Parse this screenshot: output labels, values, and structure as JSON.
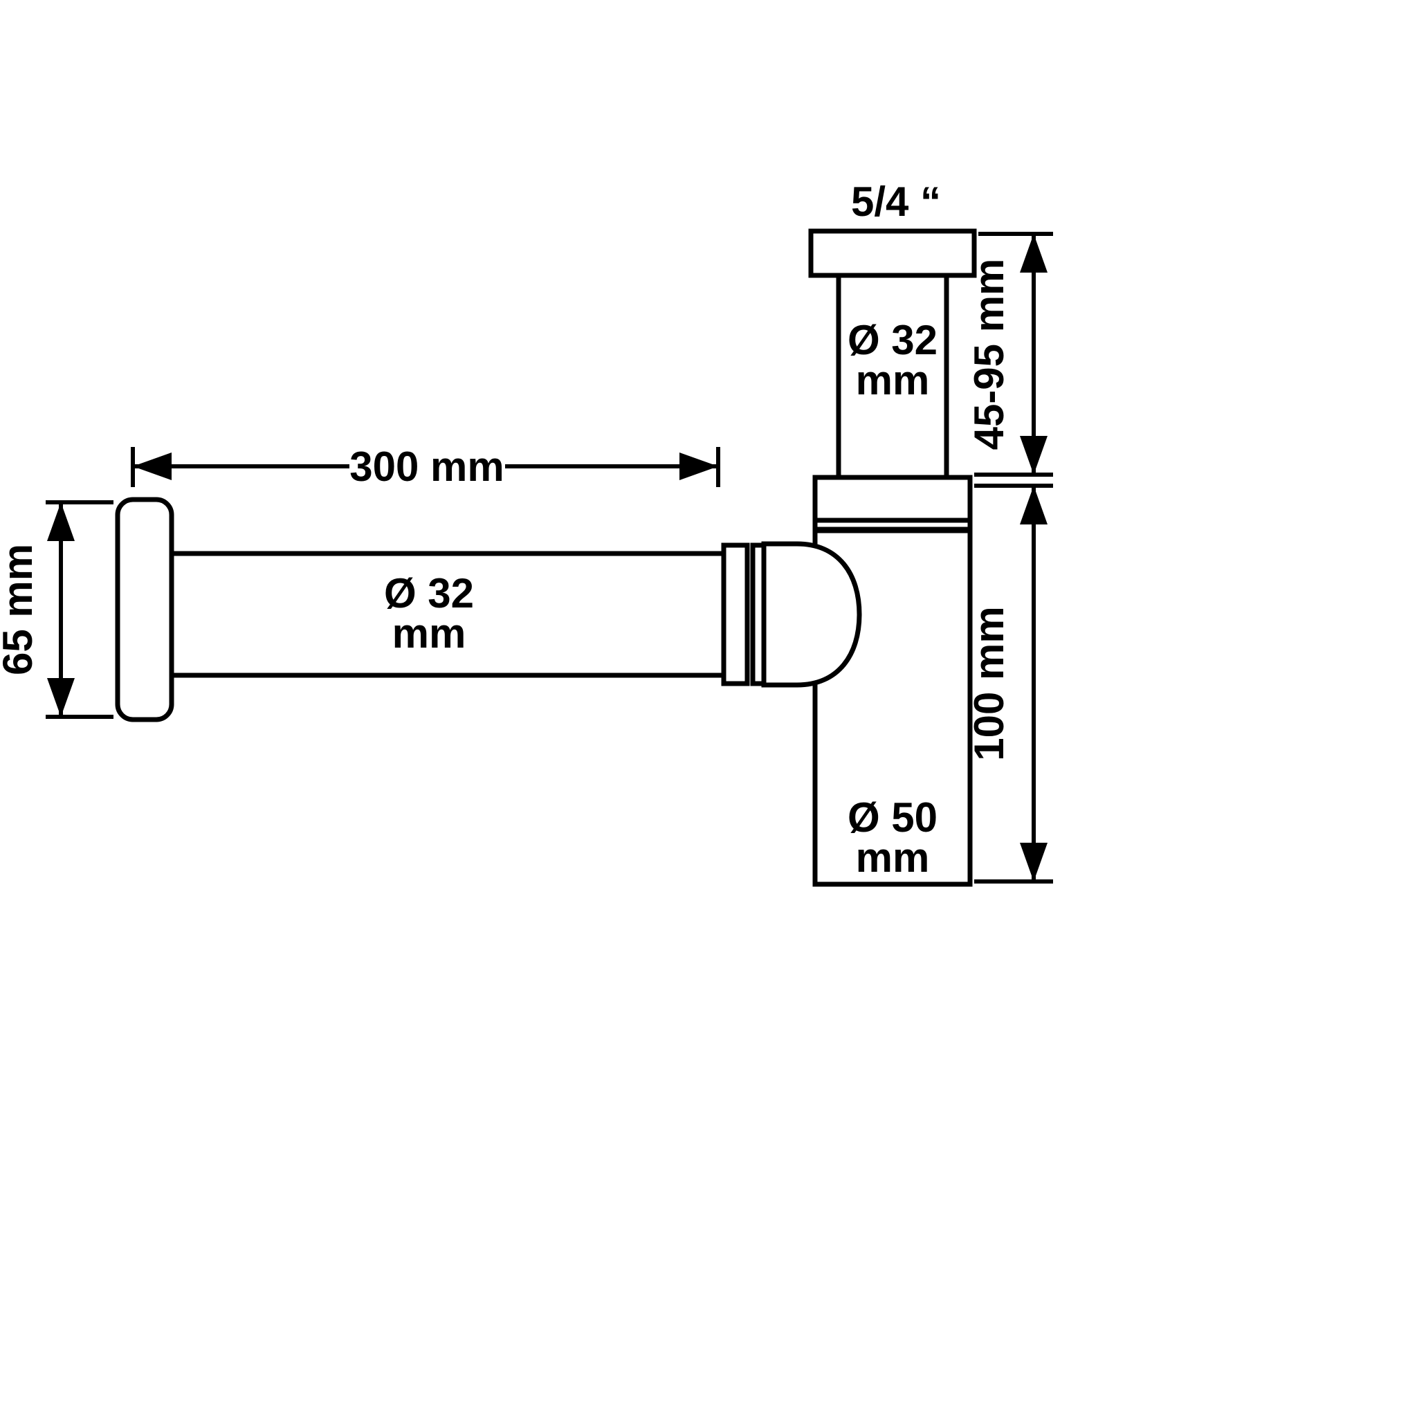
{
  "page": {
    "background_color": "#ffffff",
    "line_color": "#000000"
  },
  "labels": {
    "thread_size": "5/4 “",
    "riser_diameter_value": "Ø 32",
    "riser_diameter_unit": "mm",
    "adjustable_height": "45-95 mm",
    "inlet_length": "300 mm",
    "inlet_diameter_value": "Ø 32",
    "inlet_diameter_unit": "mm",
    "flange_offset": "65 mm",
    "body_height": "100 mm",
    "body_diameter_value": "Ø 50",
    "body_diameter_unit": "mm"
  }
}
